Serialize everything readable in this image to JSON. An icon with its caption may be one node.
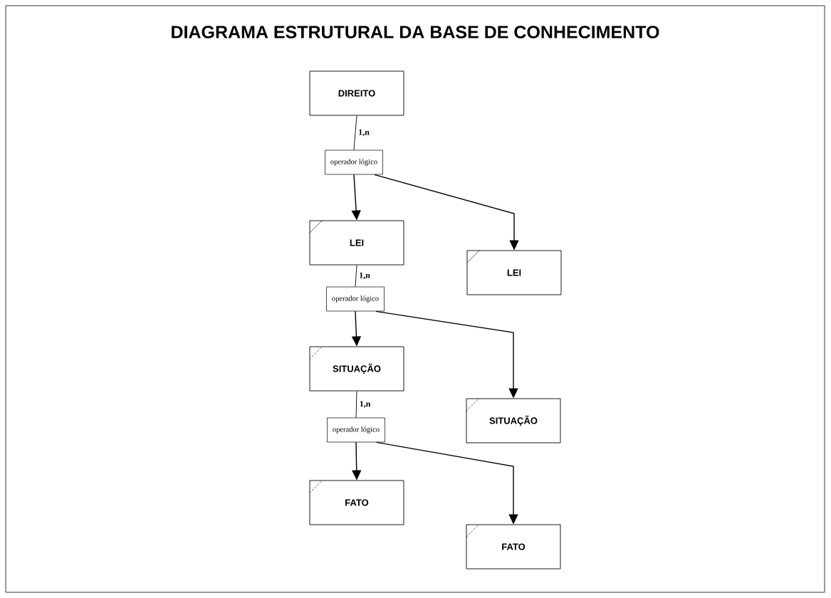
{
  "diagram": {
    "title": "DIAGRAMA ESTRUTURAL DA BASE DE CONHECIMENTO",
    "nodes": [
      {
        "text": [
          "DIREITO"
        ]
      },
      {
        "text": [
          "operador lógico"
        ]
      },
      {
        "text": [
          "LEI"
        ]
      },
      {
        "text": [
          "LEI"
        ]
      },
      {
        "text": [
          "operador lógico"
        ]
      },
      {
        "text": [
          "SITUAÇÃO"
        ]
      },
      {
        "text": [
          "SITUAÇÃO"
        ]
      },
      {
        "text": [
          "operador lógico"
        ]
      },
      {
        "text": [
          "FATO"
        ]
      },
      {
        "text": [
          "FATO"
        ]
      }
    ],
    "edges": [
      {
        "from": 0,
        "to": 1,
        "arrow": "none",
        "label": "1,n"
      },
      {
        "from": 1,
        "to": 2,
        "arrow": "to"
      },
      {
        "from": 1,
        "to": 3,
        "arrow": "to"
      },
      {
        "from": 2,
        "to": 4,
        "arrow": "none",
        "label": "1,n"
      },
      {
        "from": 4,
        "to": 5,
        "arrow": "to"
      },
      {
        "from": 4,
        "to": 6,
        "arrow": "to"
      },
      {
        "from": 5,
        "to": 7,
        "arrow": "none",
        "label": "1,n"
      },
      {
        "from": 7,
        "to": 8,
        "arrow": "to"
      },
      {
        "from": 7,
        "to": 9,
        "arrow": "to"
      }
    ]
  }
}
